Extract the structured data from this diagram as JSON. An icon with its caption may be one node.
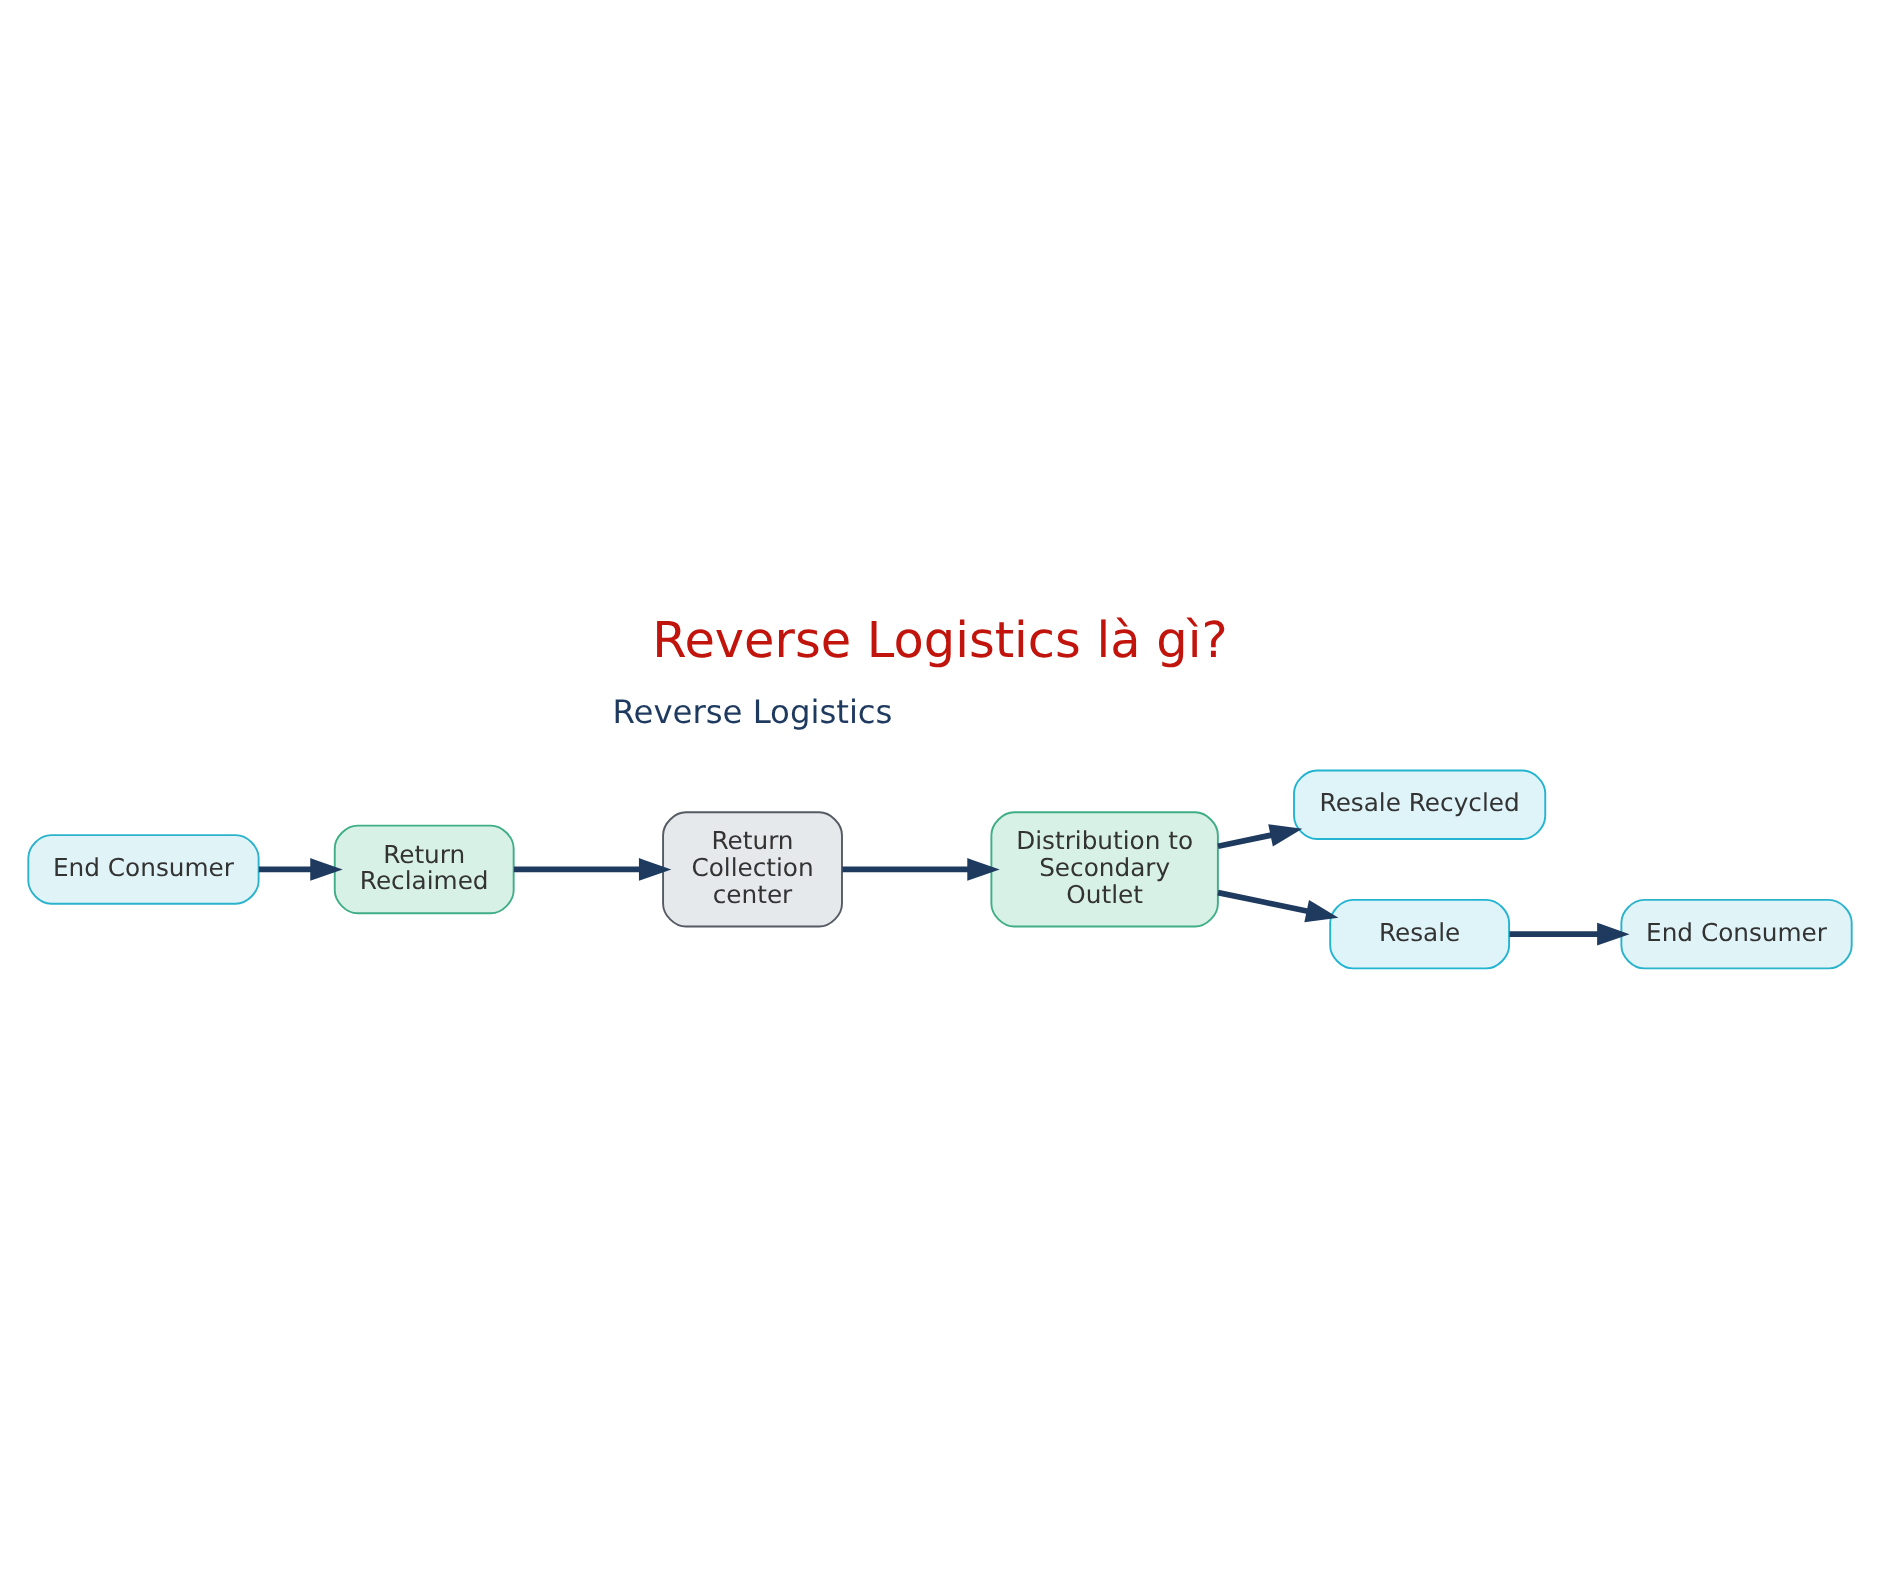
{
  "diagram": {
    "title": "Reverse Logistics là gì?",
    "nodes": [
      {
        "text": [
          "End Consumer"
        ]
      },
      {
        "text": [
          "Return Reclaimed"
        ]
      },
      {
        "text": [
          "Return Collection center"
        ]
      },
      {
        "text": [
          "Distribution to Secondary Outlet"
        ]
      },
      {
        "text": [
          "Resale Recycled"
        ]
      },
      {
        "text": [
          "Resale"
        ]
      },
      {
        "text": [
          "End Consumer"
        ]
      }
    ],
    "edges": [
      {
        "from": 0,
        "to": 1,
        "arrow": "to"
      },
      {
        "from": 1,
        "to": 2,
        "arrow": "to"
      },
      {
        "from": 2,
        "to": 3,
        "arrow": "to"
      },
      {
        "from": 3,
        "to": 4,
        "arrow": "to"
      },
      {
        "from": 3,
        "to": 5,
        "arrow": "to"
      },
      {
        "from": 5,
        "to": 6,
        "arrow": "to"
      }
    ],
    "labels": [
      "Reverse Logistics"
    ]
  }
}
